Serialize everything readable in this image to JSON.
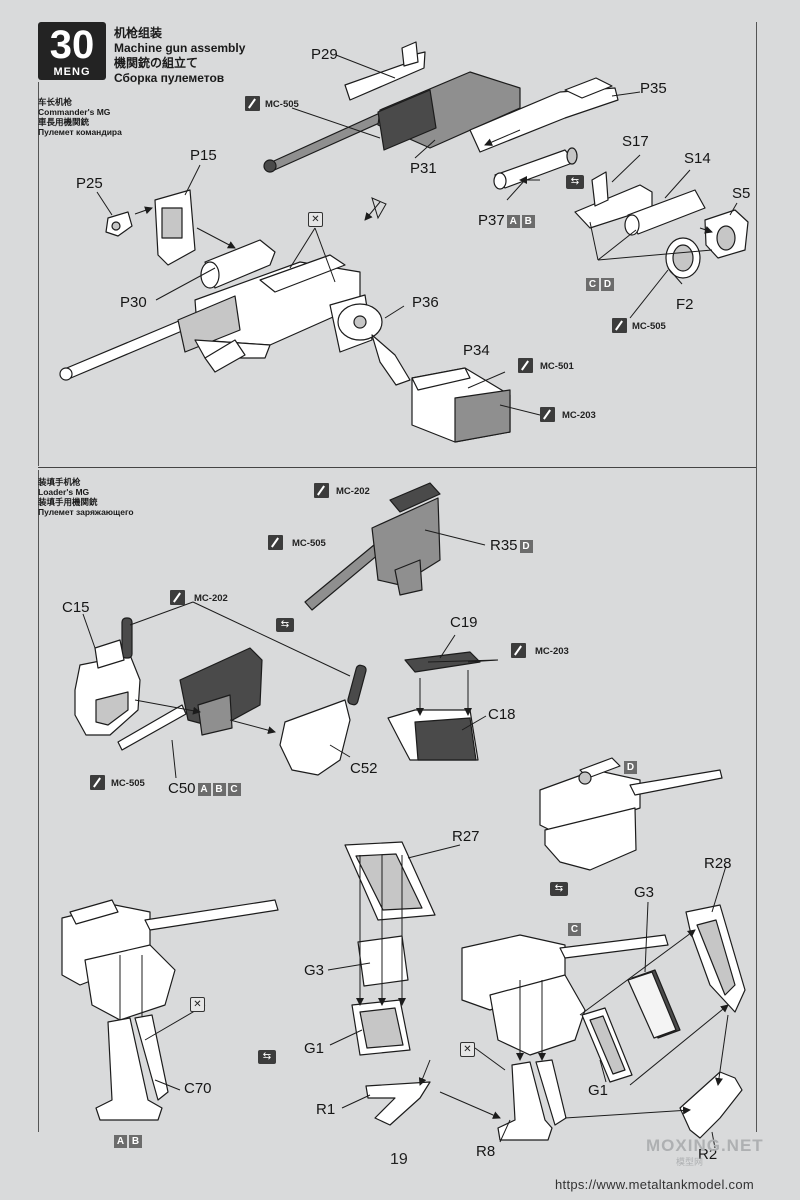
{
  "step": {
    "number": "30",
    "brand": "MENG"
  },
  "titles": [
    "机枪组装",
    "Machine gun assembly",
    "機関銃の組立て",
    "Сборка пулеметов"
  ],
  "sections": {
    "commander": [
      "车长机枪",
      "Commander's MG",
      "車長用機関銃",
      "Пулемет командира"
    ],
    "loader": [
      "装填手机枪",
      "Loader's MG",
      "装填手用機関銃",
      "Пулемет заряжающего"
    ]
  },
  "labels": {
    "p29": "P29",
    "p35": "P35",
    "p31": "P31",
    "p15": "P15",
    "p25": "P25",
    "s17": "S17",
    "s14": "S14",
    "s5": "S5",
    "p37": "P37",
    "f2": "F2",
    "p30": "P30",
    "p36": "P36",
    "p34": "P34",
    "r35": "R35",
    "c15": "C15",
    "c19": "C19",
    "c18": "C18",
    "c52": "C52",
    "c50": "C50",
    "r27": "R27",
    "r28": "R28",
    "g3a": "G3",
    "g3b": "G3",
    "g1a": "G1",
    "g1b": "G1",
    "c70": "C70",
    "r1": "R1",
    "r8": "R8",
    "r2": "R2"
  },
  "badges": {
    "p37": [
      "A",
      "B"
    ],
    "cd": [
      "C",
      "D"
    ],
    "r35": [
      "D"
    ],
    "c50": [
      "A",
      "B",
      "C"
    ],
    "mg_d": [
      "D"
    ],
    "mg_c": [
      "C"
    ],
    "ab": [
      "A",
      "B"
    ]
  },
  "paints": {
    "mc505_a": "MC-505",
    "mc505_b": "MC-505",
    "mc501": "MC-501",
    "mc203_a": "MC-203",
    "mc202_a": "MC-202",
    "mc505_c": "MC-505",
    "mc202_b": "MC-202",
    "mc203_b": "MC-203",
    "mc505_d": "MC-505"
  },
  "icons": {
    "brush": "paint-brush-icon",
    "no_glue": "no-glue-icon",
    "flip": "flip-view-icon"
  },
  "footer": {
    "page": "19",
    "url": "https://www.metaltankmodel.com",
    "watermark": "MOXING.NET",
    "watermark_sub": "模型网"
  },
  "colors": {
    "background": "#d9dadb",
    "badge": "#6c6c6c",
    "ink": "#1c1c1c"
  }
}
